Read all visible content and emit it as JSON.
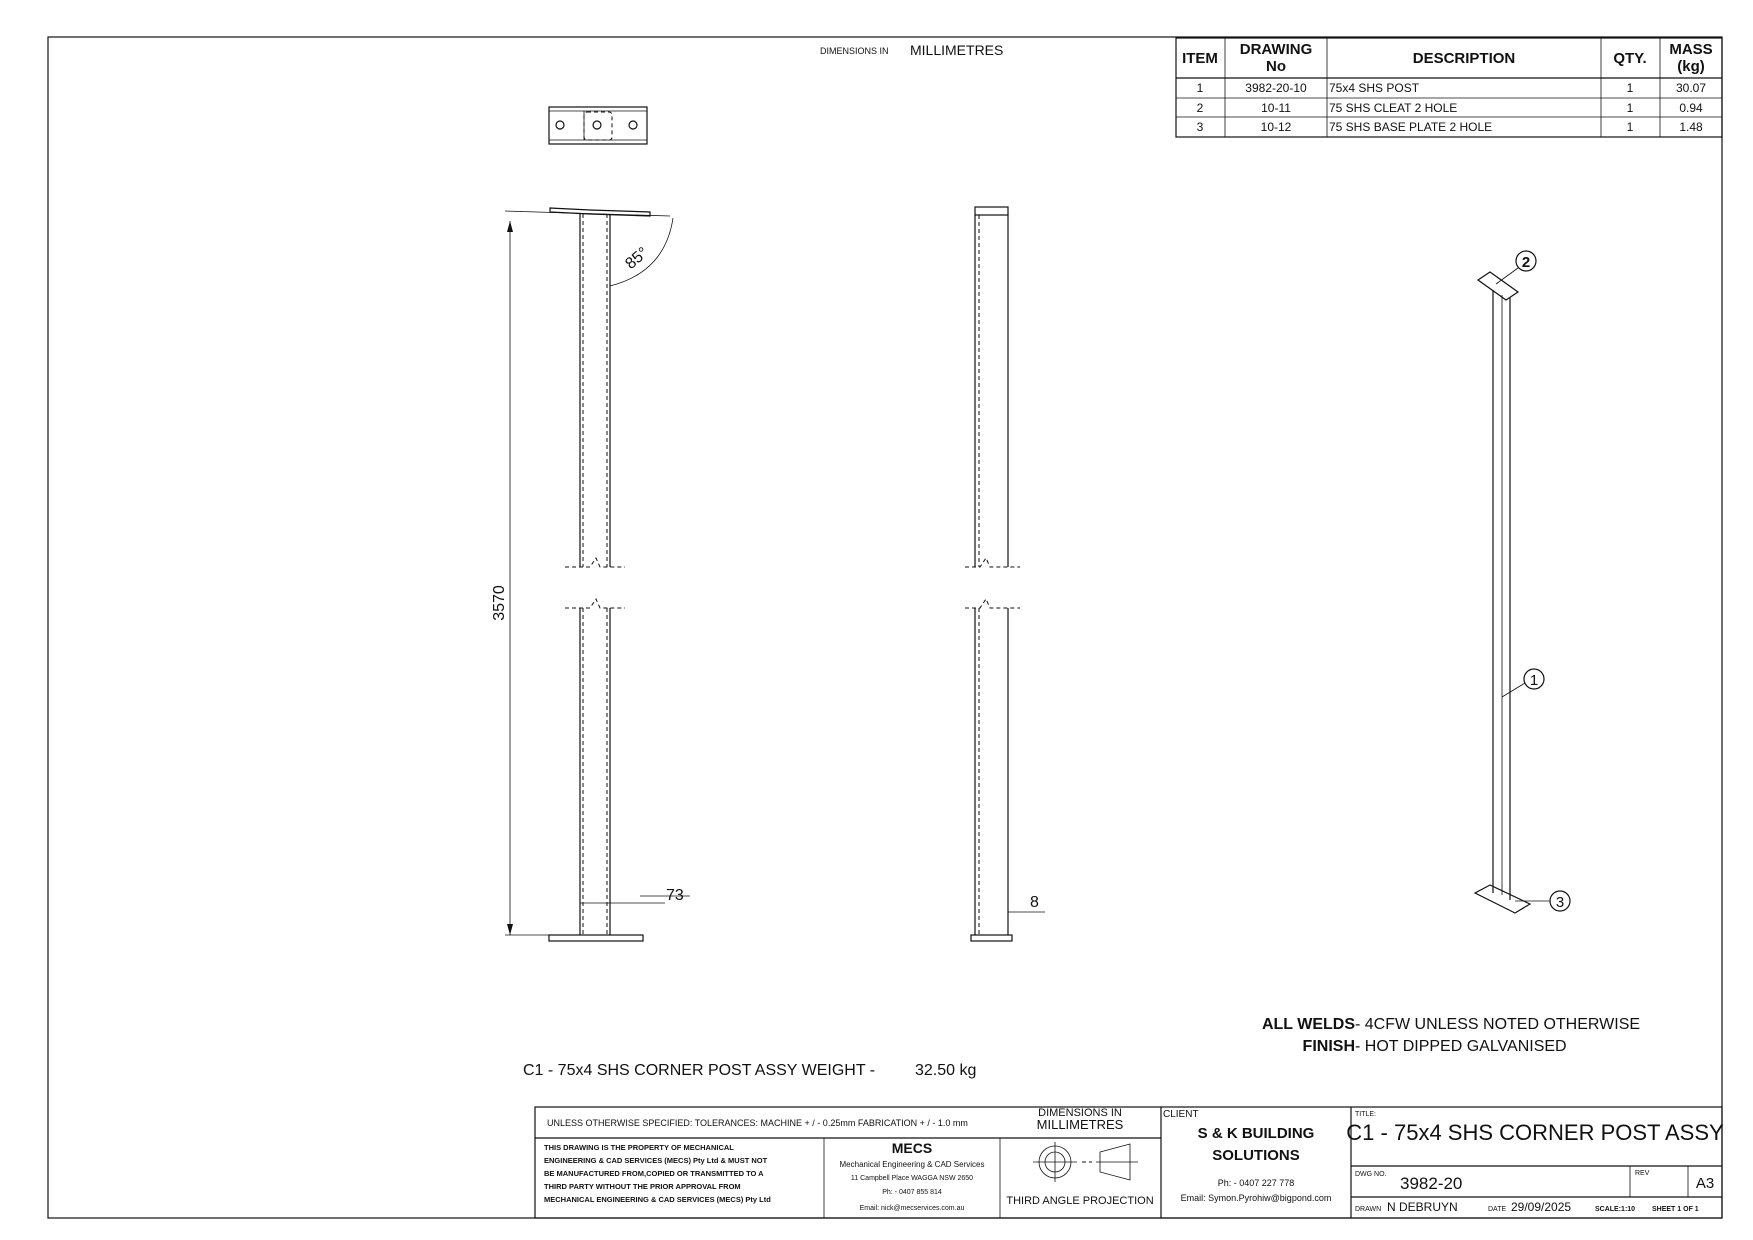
{
  "header": {
    "dims_small": "DIMENSIONS IN",
    "dims_large": "MILLIMETRES"
  },
  "bom": {
    "headers": {
      "item": "ITEM",
      "drawing1": "DRAWING",
      "drawing2": "No",
      "description": "DESCRIPTION",
      "qty": "QTY.",
      "mass1": "MASS",
      "mass2": "(kg)"
    },
    "rows": [
      {
        "item": "1",
        "drawing": "3982-20-10",
        "description": "75x4 SHS POST",
        "qty": "1",
        "mass": "30.07"
      },
      {
        "item": "2",
        "drawing": "10-11",
        "description": "75 SHS  CLEAT 2 HOLE",
        "qty": "1",
        "mass": "0.94"
      },
      {
        "item": "3",
        "drawing": "10-12",
        "description": "75 SHS  BASE PLATE  2 HOLE",
        "qty": "1",
        "mass": "1.48"
      }
    ]
  },
  "dimensions": {
    "height": "3570",
    "angle": "85°",
    "width": "73",
    "thickness": "8"
  },
  "balloons": [
    "1",
    "2",
    "3"
  ],
  "notes": {
    "welds_label": "ALL WELDS",
    "welds_text": " - 4CFW UNLESS NOTED OTHERWISE",
    "finish_label": "FINISH",
    "finish_text": " - HOT DIPPED GALVANISED",
    "weight_label": "C1 - 75x4 SHS CORNER POST ASSY WEIGHT -",
    "weight_value": "32.50 kg"
  },
  "title_block": {
    "tolerances": "UNLESS OTHERWISE SPECIFIED: TOLERANCES: MACHINE + / - 0.25mm  FABRICATION + / - 1.0 mm",
    "dims_line1": "DIMENSIONS IN",
    "dims_line2": "MILLIMETRES",
    "property": [
      "THIS DRAWING IS THE PROPERTY OF MECHANICAL",
      "ENGINEERING & CAD SERVICES (MECS) Pty Ltd & MUST NOT",
      "BE MANUFACTURED FROM,COPIED OR TRANSMITTED TO A",
      "THIRD PARTY WITHOUT THE PRIOR APPROVAL FROM",
      "MECHANICAL ENGINEERING & CAD SERVICES (MECS) Pty Ltd"
    ],
    "company": {
      "logo": "MECS",
      "name": "Mechanical Engineering & CAD Services",
      "address": "11 Campbell Place WAGGA NSW 2650",
      "phone": "Ph: - 0407 855 814",
      "email": "Email: nick@mecservices.com.au"
    },
    "projection": "THIRD ANGLE PROJECTION",
    "client_label": "CLIENT",
    "client_name1": "S & K  BUILDING",
    "client_name2": "SOLUTIONS",
    "client_phone": "Ph: - 0407 227 778",
    "client_email": "Email: Symon.Pyrohiw@bigpond.com",
    "title_label": "TITLE:",
    "title": "C1 - 75x4 SHS CORNER POST ASSY",
    "dwg_label": "DWG NO.",
    "dwg_no": "3982-20",
    "rev_label": "REV",
    "size": "A3",
    "drawn_label": "DRAWN",
    "drawn_by": "N DEBRUYN",
    "date_label": "DATE",
    "date": "29/09/2025",
    "scale": "SCALE:1:10",
    "sheet": "SHEET 1 OF 1"
  }
}
